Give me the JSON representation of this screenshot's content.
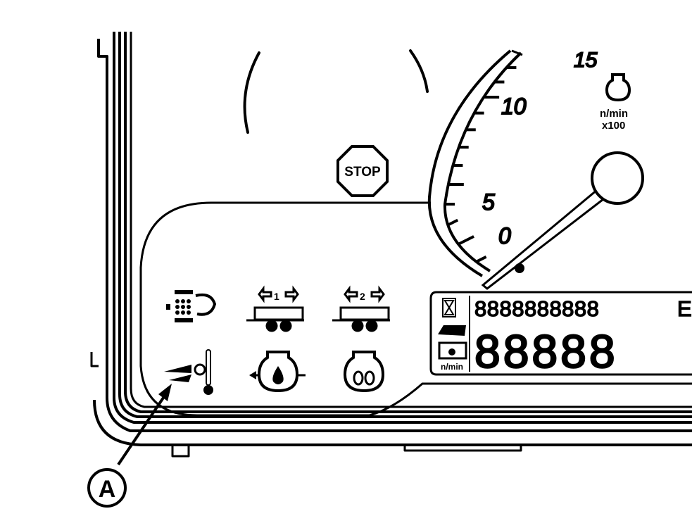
{
  "tachometer": {
    "scale_labels": [
      "0",
      "5",
      "10",
      "15"
    ],
    "unit_line_1": "n/min",
    "unit_line_2": "x100"
  },
  "stop_light": {
    "text": "STOP"
  },
  "lcd": {
    "top_row_digits": "8888888888",
    "top_row_partial": "E",
    "bottom_row_digits": "88888",
    "rpm_unit": "n/min"
  },
  "indicators": [
    {
      "icon": "hydraulic-oil-filter-icon"
    },
    {
      "icon": "trailer-brake-1-icon"
    },
    {
      "icon": "trailer-brake-2-icon"
    },
    {
      "icon": "transmission-oil-temperature-icon"
    },
    {
      "icon": "engine-oil-pressure-icon"
    },
    {
      "icon": "engine-air-filter-icon"
    }
  ],
  "callout": {
    "label": "A"
  }
}
